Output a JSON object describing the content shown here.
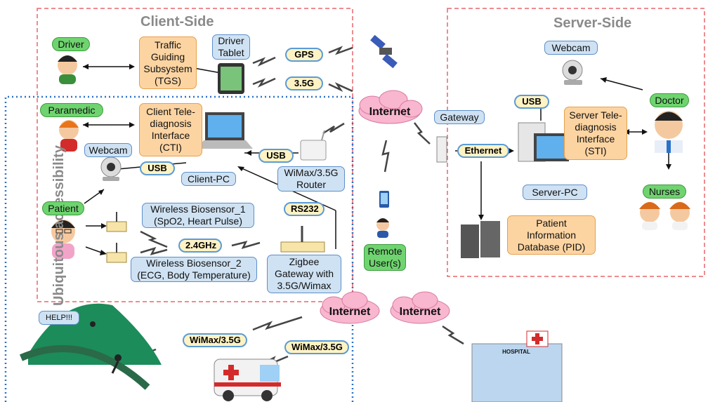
{
  "regions": {
    "client_side": "Client-Side",
    "server_side": "Server-Side",
    "ubiquitous": "Ubiquitous accessibility"
  },
  "nodes": {
    "driver": "Driver",
    "tgs": "Traffic\nGuiding\nSubsystem\n(TGS)",
    "driver_tablet": "Driver\nTablet",
    "paramedic": "Paramedic",
    "cti": "Client Tele-\ndiagnosis\nInterface\n(CTI)",
    "client_webcam": "Webcam",
    "client_pc": "Client-PC",
    "router": "WiMax/3.5G\nRouter",
    "patient": "Patient",
    "biosensor1": "Wireless Biosensor_1\n(SpO2, Heart Pulse)",
    "biosensor2": "Wireless Biosensor_2\n(ECG, Body Temperature)",
    "zigbee": "Zigbee\nGateway with\n3.5G/Wimax",
    "remote_users": "Remote\nUser(s)",
    "gateway": "Gateway",
    "server_webcam": "Webcam",
    "doctor": "Doctor",
    "sti": "Server Tele-\ndiagnosis\nInterface\n(STI)",
    "server_pc": "Server-PC",
    "nurses": "Nurses",
    "pid": "Patient\nInformation\nDatabase (PID)",
    "help": "HELP!!!",
    "hospital": "HOSPITAL"
  },
  "links": {
    "gps": "GPS",
    "g35": "3.5G",
    "usb_router": "USB",
    "usb_webcam": "USB",
    "rs232": "RS232",
    "ghz": "2.4GHz",
    "usb_server": "USB",
    "ethernet": "Ethernet",
    "wimax1": "WiMax/3.5G",
    "wimax2": "WiMax/3.5G"
  },
  "clouds": {
    "internet_top": "Internet",
    "internet_bottom1": "Internet",
    "internet_bottom2": "Internet"
  },
  "colors": {
    "client_border": "#e9666c",
    "ubiquitous_border": "#2a72c9",
    "orange_box": "#fcd4a2",
    "blue_box": "#cfe2f3",
    "green_box": "#6fd46f",
    "cloud": "#f9b6cf"
  }
}
